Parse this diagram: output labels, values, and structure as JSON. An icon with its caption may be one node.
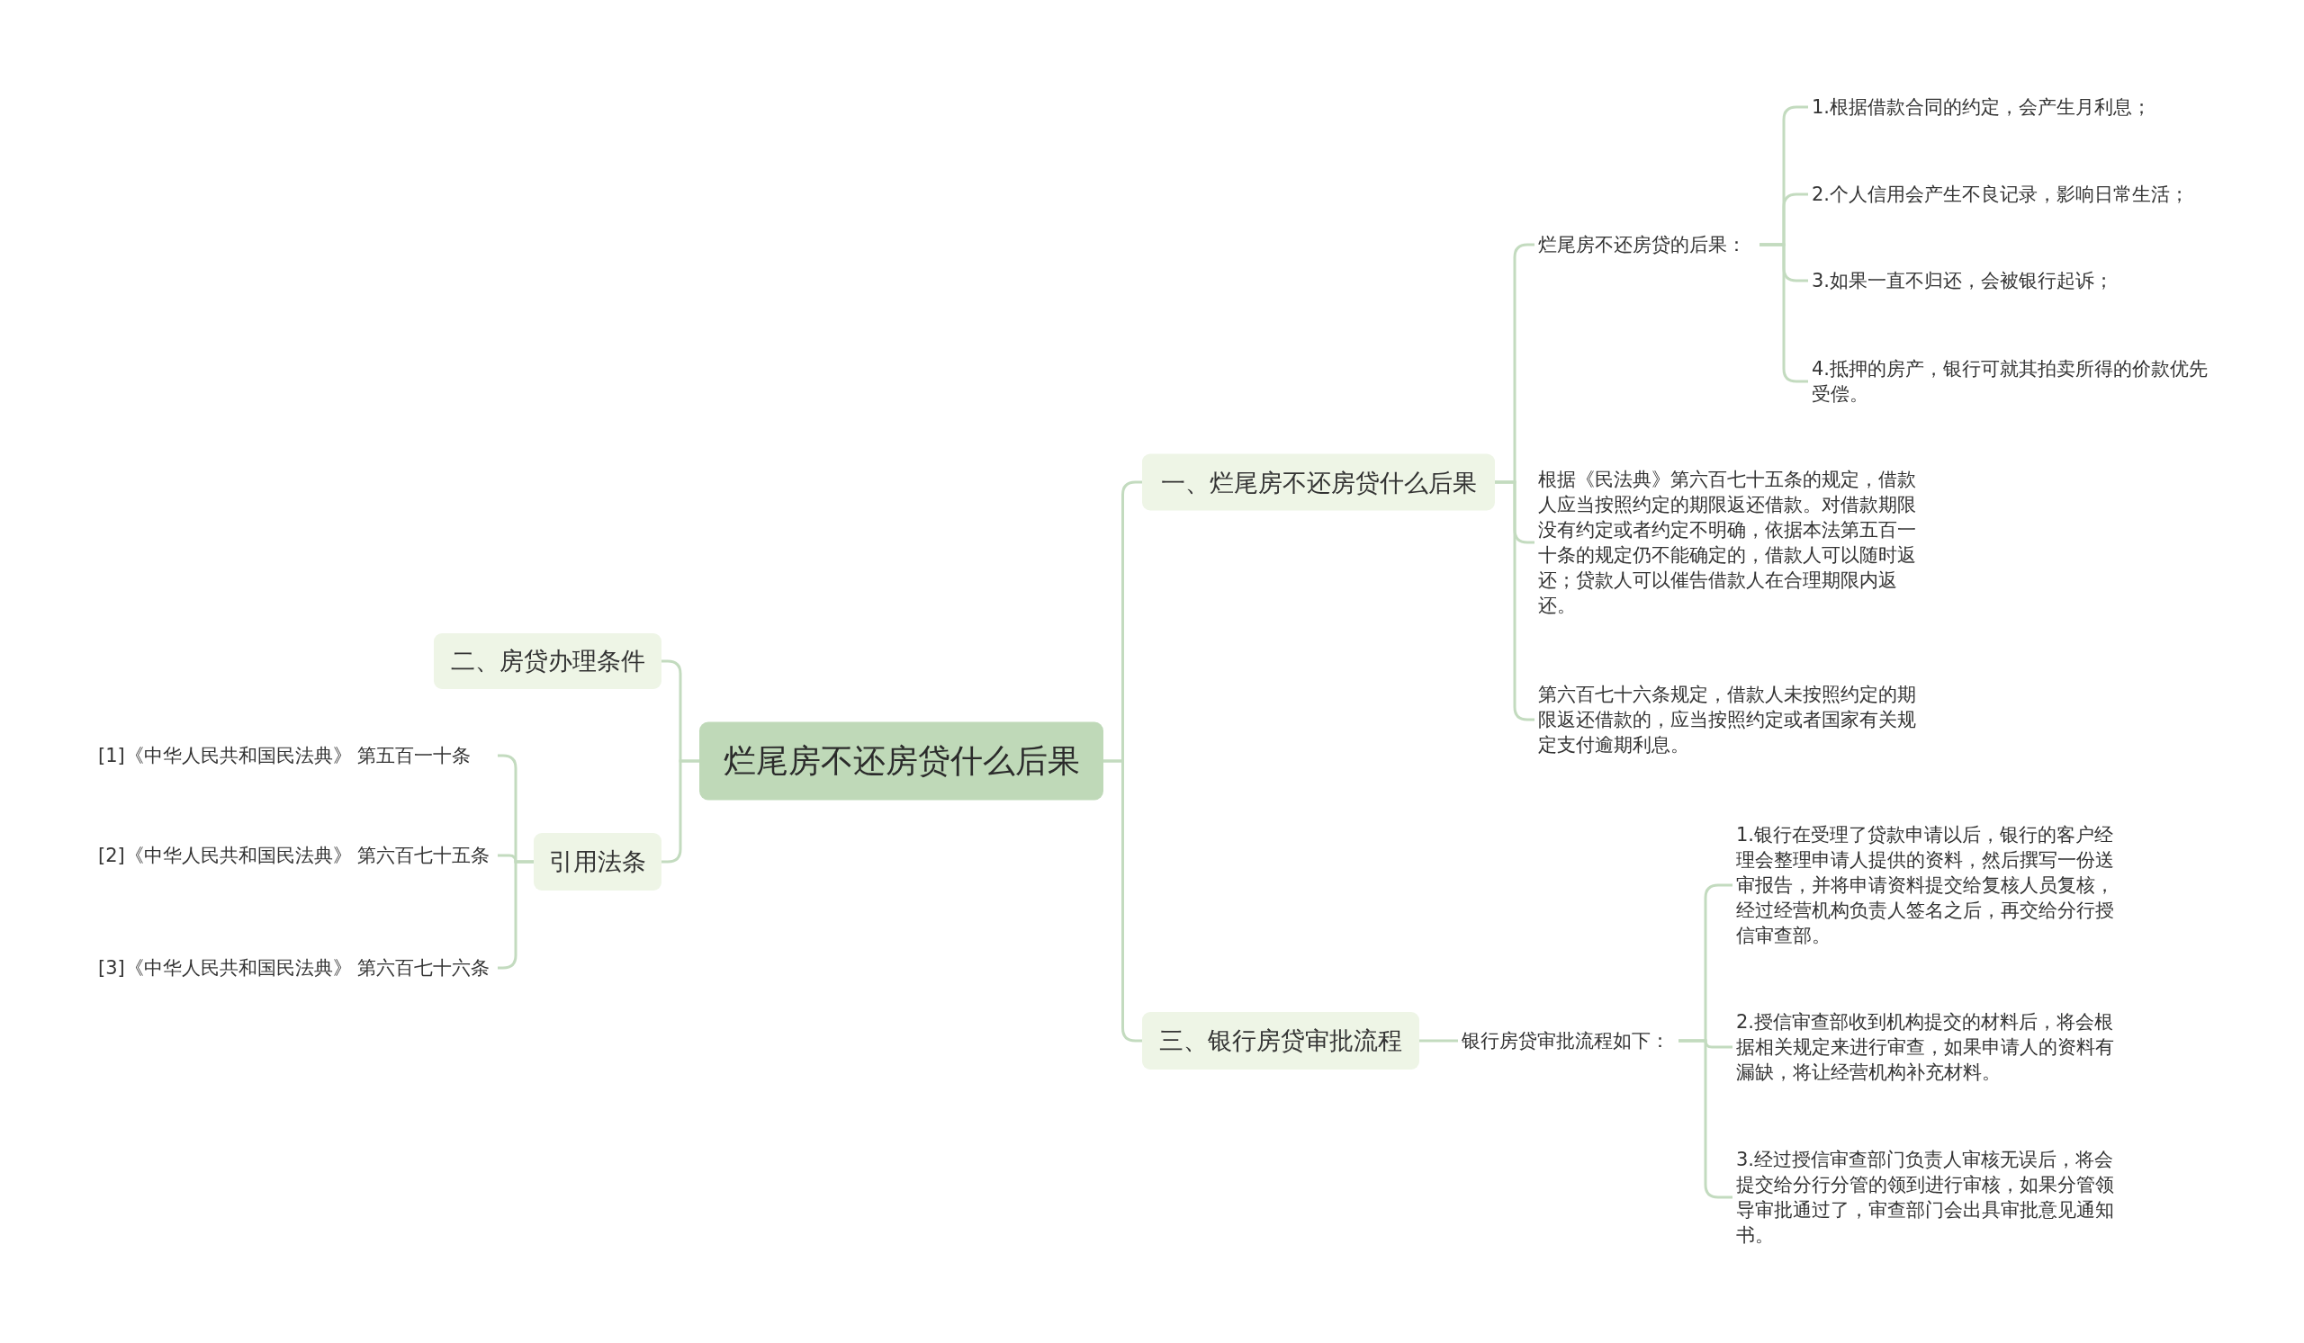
{
  "diagram": {
    "nodes": [
      {
        "text": [
          "烂尾房不还房贷什么后果"
        ]
      },
      {
        "text": [
          "一、烂尾房不还房贷什么后果"
        ]
      },
      {
        "text": [
          "烂尾房不还房贷的后果："
        ]
      },
      {
        "text": [
          "1.根据借款合同的约定，会产生月利息；"
        ]
      },
      {
        "text": [
          "2.个人信用会产生不良记录，影响日常生活；"
        ]
      },
      {
        "text": [
          "3.如果一直不归还，会被银行起诉；"
        ]
      },
      {
        "text": [
          "4.抵押的房产，银行可就其拍卖所得的价款优先受偿。"
        ]
      },
      {
        "text": [
          "根据《民法典》第六百七十五条的规定，借款人应当按照约定的期限返还借款。对借款期限没有约定或者约定不明确，依据本法第五百一十条的规定仍不能确定的，借款人可以随时返还；贷款人可以催告借款人在合理期限内返还。"
        ]
      },
      {
        "text": [
          "第六百七十六条规定，借款人未按照约定的期限返还借款的，应当按照约定或者国家有关规定支付逾期利息。"
        ]
      },
      {
        "text": [
          "二、房贷办理条件"
        ]
      },
      {
        "text": [
          "引用法条"
        ]
      },
      {
        "text": [
          "[1]《中华人民共和国民法典》 第五百一十条"
        ]
      },
      {
        "text": [
          "[2]《中华人民共和国民法典》 第六百七十五条"
        ]
      },
      {
        "text": [
          "[3]《中华人民共和国民法典》 第六百七十六条"
        ]
      },
      {
        "text": [
          "三、银行房贷审批流程"
        ]
      },
      {
        "text": [
          "银行房贷审批流程如下："
        ]
      },
      {
        "text": [
          "1.银行在受理了贷款申请以后，银行的客户经理会整理申请人提供的资料，然后撰写一份送审报告，并将申请资料提交给复核人员复核，经过经营机构负责人签名之后，再交给分行授信审查部。"
        ]
      },
      {
        "text": [
          "2.授信审查部收到机构提交的材料后，将会根据相关规定来进行审查，如果申请人的资料有漏缺，将让经营机构补充材料。"
        ]
      },
      {
        "text": [
          "3.经过授信审查部门负责人审核无误后，将会提交给分行分管的领到进行审核，如果分管领导审批通过了，审查部门会出具审批意见通知书。"
        ]
      }
    ],
    "edges": [
      {
        "from": 0,
        "to": 1,
        "arrow": "none"
      },
      {
        "from": 1,
        "to": 2,
        "arrow": "none"
      },
      {
        "from": 2,
        "to": 3,
        "arrow": "none"
      },
      {
        "from": 2,
        "to": 4,
        "arrow": "none"
      },
      {
        "from": 2,
        "to": 5,
        "arrow": "none"
      },
      {
        "from": 2,
        "to": 6,
        "arrow": "none"
      },
      {
        "from": 1,
        "to": 7,
        "arrow": "none"
      },
      {
        "from": 1,
        "to": 8,
        "arrow": "none"
      },
      {
        "from": 0,
        "to": 9,
        "arrow": "none"
      },
      {
        "from": 0,
        "to": 10,
        "arrow": "none"
      },
      {
        "from": 10,
        "to": 11,
        "arrow": "none"
      },
      {
        "from": 10,
        "to": 12,
        "arrow": "none"
      },
      {
        "from": 10,
        "to": 13,
        "arrow": "none"
      },
      {
        "from": 0,
        "to": 14,
        "arrow": "none"
      },
      {
        "from": 14,
        "to": 15,
        "arrow": "none"
      },
      {
        "from": 15,
        "to": 16,
        "arrow": "none"
      },
      {
        "from": 15,
        "to": 17,
        "arrow": "none"
      },
      {
        "from": 15,
        "to": 18,
        "arrow": "none"
      }
    ]
  }
}
